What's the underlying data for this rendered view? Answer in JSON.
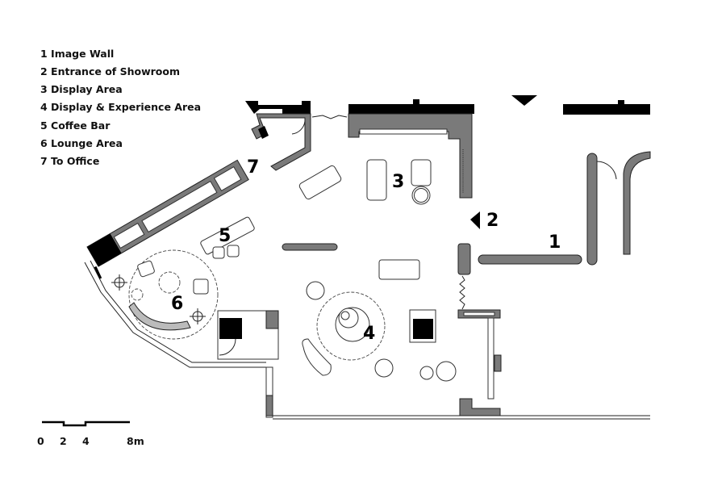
{
  "legend": {
    "items": [
      {
        "label": "1 Image Wall"
      },
      {
        "label": "2 Entrance of Showroom"
      },
      {
        "label": "3 Display Area"
      },
      {
        "label": "4 Display & Experience Area"
      },
      {
        "label": "5 Coffee Bar"
      },
      {
        "label": "6 Lounge Area"
      },
      {
        "label": "7 To Office"
      }
    ]
  },
  "plan_markers": {
    "image_wall": "1",
    "entrance": "2",
    "display_area": "3",
    "experience_area": "4",
    "coffee_bar": "5",
    "lounge_area": "6",
    "to_office": "7"
  },
  "scale_bar": {
    "labels": [
      "0",
      "2",
      "4",
      "8m"
    ]
  },
  "colors": {
    "wall": "#000000",
    "partition": "#7a7a7a",
    "line": "#222222"
  }
}
